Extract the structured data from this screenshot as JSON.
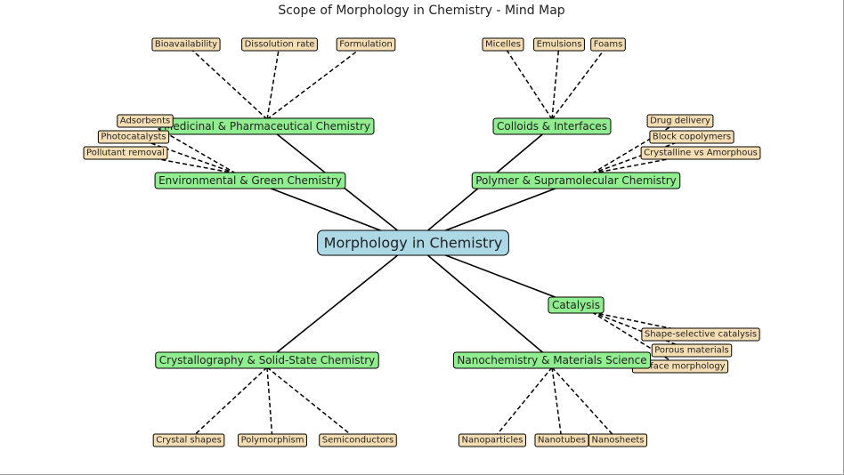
{
  "title": "Scope of Morphology in Chemistry - Mind Map",
  "colors": {
    "center": "#add8e6",
    "branch": "#90ee90",
    "leaf": "#f5deb3",
    "border": "#000000"
  },
  "center": {
    "label": "Morphology in Chemistry"
  },
  "branches": [
    {
      "label": "Colloids & Interfaces",
      "leaves": [
        "Micelles",
        "Emulsions",
        "Foams"
      ]
    },
    {
      "label": "Medicinal & Pharmaceutical Chemistry",
      "leaves": [
        "Bioavailability",
        "Dissolution rate",
        "Formulation"
      ]
    },
    {
      "label": "Polymer & Supramolecular Chemistry",
      "leaves": [
        "Drug delivery",
        "Block copolymers",
        "Crystalline vs Amorphous"
      ]
    },
    {
      "label": "Catalysis",
      "leaves": [
        "Shape-selective catalysis",
        "Porous materials",
        "Surface morphology"
      ]
    },
    {
      "label": "Crystallography & Solid-State Chemistry",
      "leaves": [
        "Crystal shapes",
        "Polymorphism",
        "Semiconductors"
      ]
    },
    {
      "label": "Nanochemistry & Materials Science",
      "leaves": [
        "Nanoparticles",
        "Nanotubes",
        "Nanosheets"
      ]
    },
    {
      "label": "Environmental & Green Chemistry",
      "leaves": [
        "Adsorbents",
        "Photocatalysts",
        "Pollutant removal"
      ]
    }
  ]
}
